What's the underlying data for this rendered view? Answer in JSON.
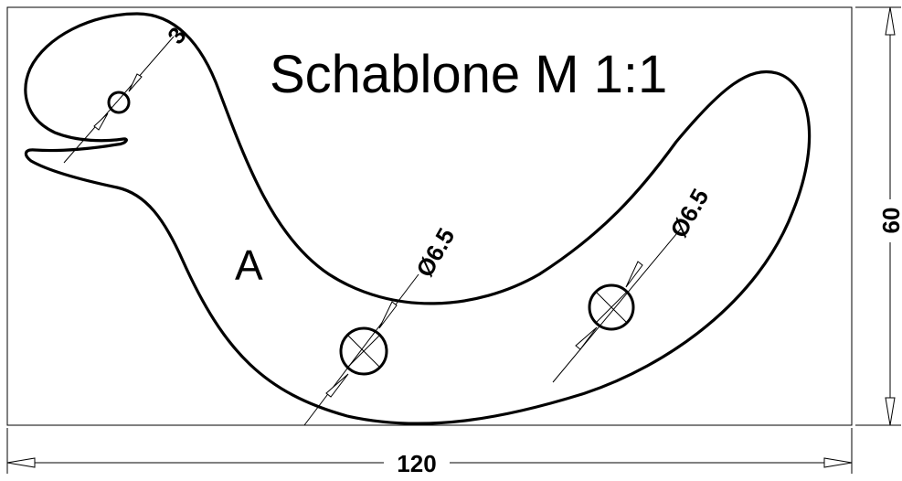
{
  "drawing": {
    "title": "Schablone M 1:1",
    "part_label": "A",
    "dim_width": "120",
    "dim_height": "60",
    "dim_eye_hole": "3",
    "dim_hole_1": "Ø6.5",
    "dim_hole_2": "Ø6.5"
  }
}
